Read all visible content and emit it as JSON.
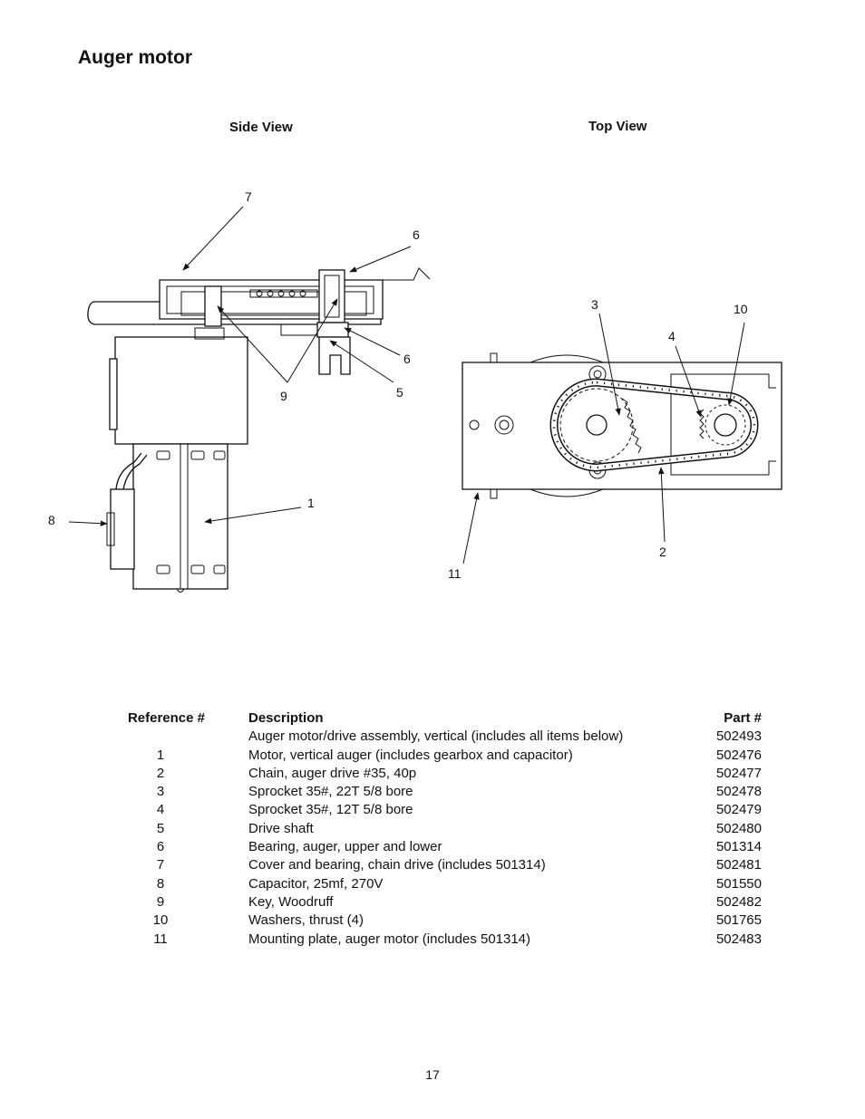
{
  "title": "Auger motor",
  "views": {
    "side": "Side View",
    "top": "Top View"
  },
  "callouts": {
    "c7": "7",
    "c6a": "6",
    "c6b": "6",
    "c5": "5",
    "c9": "9",
    "c1": "1",
    "c8": "8",
    "c3": "3",
    "c10": "10",
    "c4": "4",
    "c2": "2",
    "c11": "11"
  },
  "table": {
    "headers": {
      "ref": "Reference #",
      "desc": "Description",
      "part": "Part #"
    },
    "rows": [
      {
        "ref": "",
        "desc": "Auger motor/drive assembly, vertical (includes all items below)",
        "part": "502493"
      },
      {
        "ref": "1",
        "desc": "Motor, vertical auger (includes gearbox and capacitor)",
        "part": "502476"
      },
      {
        "ref": "2",
        "desc": "Chain, auger drive #35, 40p",
        "part": "502477"
      },
      {
        "ref": "3",
        "desc": "Sprocket 35#, 22T 5/8 bore",
        "part": "502478"
      },
      {
        "ref": "4",
        "desc": "Sprocket 35#, 12T 5/8 bore",
        "part": "502479"
      },
      {
        "ref": "5",
        "desc": "Drive shaft",
        "part": "502480"
      },
      {
        "ref": "6",
        "desc": "Bearing, auger, upper and lower",
        "part": "501314"
      },
      {
        "ref": "7",
        "desc": "Cover and bearing, chain drive (includes 501314)",
        "part": "502481"
      },
      {
        "ref": "8",
        "desc": "Capacitor, 25mf, 270V",
        "part": "501550"
      },
      {
        "ref": "9",
        "desc": "Key, Woodruff",
        "part": "502482"
      },
      {
        "ref": "10",
        "desc": "Washers, thrust (4)",
        "part": "501765"
      },
      {
        "ref": "11",
        "desc": "Mounting plate, auger motor (includes 501314)",
        "part": "502483"
      }
    ]
  },
  "page_number": "17"
}
